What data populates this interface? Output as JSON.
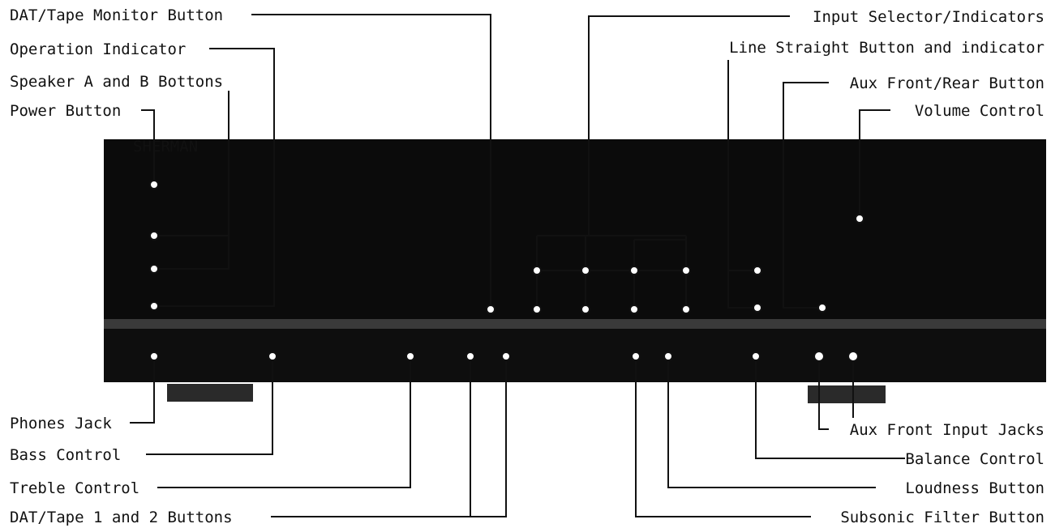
{
  "labels": {
    "dat_tape_monitor": "DAT/Tape Monitor Button",
    "operation_indicator": "Operation Indicator",
    "speaker_ab": "Speaker A and B Bottons",
    "power": "Power Button",
    "input_selector": "Input Selector/Indicators",
    "line_straight": "Line Straight Button and indicator",
    "aux_front_rear": "Aux Front/Rear Button",
    "volume": "Volume Control",
    "phones_jack": "Phones Jack",
    "bass": "Bass Control",
    "treble": "Treble Control",
    "dat_tape_1_2": "DAT/Tape 1 and 2 Buttons",
    "aux_front_input": "Aux Front Input Jacks",
    "balance": "Balance Control",
    "loudness": "Loudness Button",
    "subsonic": "Subsonic Filter Button"
  },
  "device": {
    "brand": "SHERMAN",
    "panel_colors": {
      "upper": "#0b0b0b",
      "lower": "#0e0e0e",
      "divider": "#3a3a3a",
      "feet": "#2a2a2a",
      "callout": "#111111"
    }
  }
}
